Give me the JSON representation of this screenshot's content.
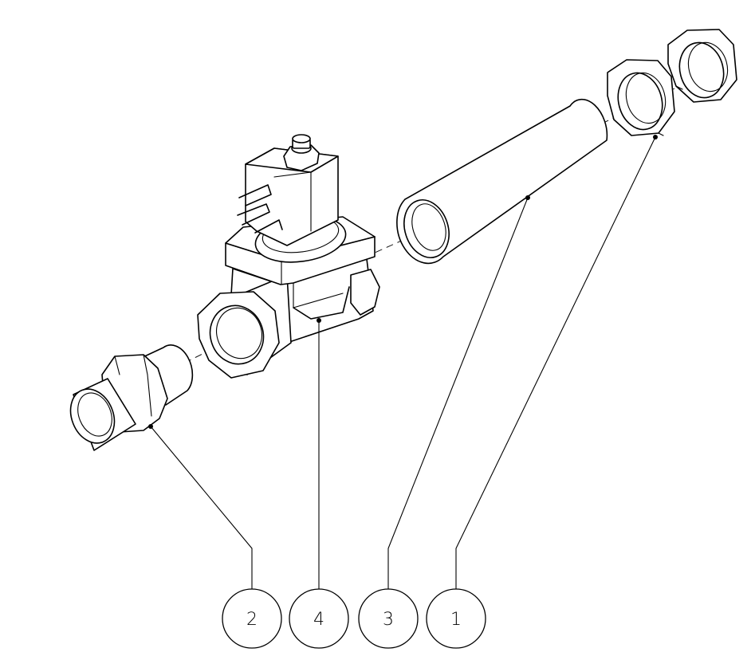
{
  "balloons": [
    {
      "id": "part-2",
      "label": "2"
    },
    {
      "id": "part-4",
      "label": "4"
    },
    {
      "id": "part-3",
      "label": "3"
    },
    {
      "id": "part-1",
      "label": "1"
    }
  ],
  "colors": {
    "line": "#000000",
    "background": "#ffffff"
  }
}
